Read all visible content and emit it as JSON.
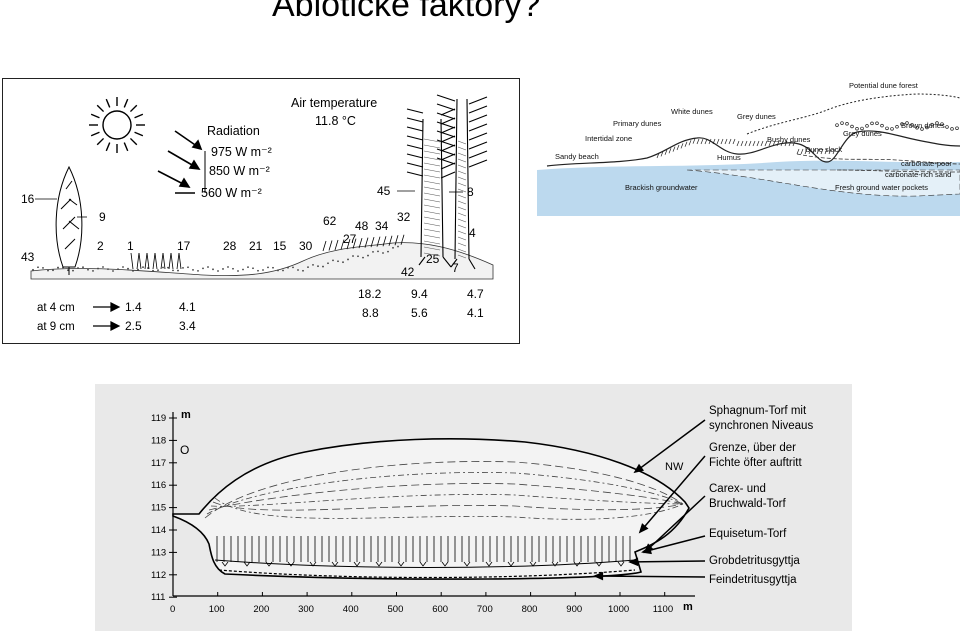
{
  "slide": {
    "title": "Abiotické faktory?"
  },
  "fig1": {
    "radiation_label": "Radiation",
    "radiation_values": [
      "975 W m⁻²",
      "850 W m⁻²",
      "560 W m⁻²"
    ],
    "air_temp_label": "Air temperature",
    "air_temp_value": "11.8 °C",
    "numbers": [
      "16",
      "9",
      "43",
      "2",
      "1",
      "17",
      "28",
      "21",
      "15",
      "30",
      "62",
      "27",
      "48",
      "34",
      "32",
      "45",
      "8",
      "4",
      "42",
      "25",
      "7"
    ],
    "row1_label": "at 4 cm",
    "row2_label": "at 9 cm",
    "row1_values": [
      "1.4",
      "4.1",
      "18.2",
      "9.4",
      "4.7"
    ],
    "row2_values": [
      "2.5",
      "3.4",
      "8.8",
      "5.6",
      "4.1"
    ]
  },
  "fig2": {
    "labels": [
      "Potential dune forest",
      "White dunes",
      "Primary dunes",
      "Intertidal zone",
      "Grey dunes",
      "Brown dunes",
      "Sandy beach",
      "Bushy dunes",
      "Grey dunes",
      "Humus",
      "Dune slack",
      "carbonate-poor",
      "carbonate-rich sand",
      "Brackish groundwater",
      "Fresh ground water pockets"
    ]
  },
  "fig3": {
    "y_unit": "m",
    "y_ticks": [
      "119",
      "118",
      "117",
      "116",
      "115",
      "114",
      "113",
      "112",
      "111"
    ],
    "x_ticks": [
      "0",
      "100",
      "200",
      "300",
      "400",
      "500",
      "600",
      "700",
      "800",
      "900",
      "1000",
      "1100"
    ],
    "x_unit": "m",
    "west": "O",
    "east": "NW",
    "legend": [
      "Sphagnum-Torf mit",
      "synchronen Niveaus",
      "Grenze, über der",
      "Fichte öfter auftritt",
      "Carex- und",
      "Bruchwald-Torf",
      "Equisetum-Torf",
      "Grobdetritusgyttja",
      "Feindetritusgyttja"
    ]
  }
}
